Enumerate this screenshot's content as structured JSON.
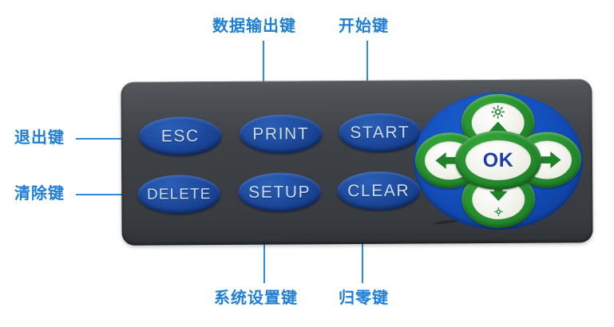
{
  "diagram": {
    "title": "Instrument Keypad Panel Callout Diagram",
    "accent_color": "#2b8ddb",
    "label_color": "#1f7fd4",
    "panel_color": "#3b3e43",
    "key_color": "#1f4da2",
    "key_text_color": "#c8dcf2",
    "nav_pad_color": "#1450bd",
    "nav_button_color": "#2a9430",
    "ok_text_color": "#1b3fa8"
  },
  "keys": {
    "esc": "ESC",
    "print": "PRINT",
    "start": "START",
    "delete": "DELETE",
    "setup": "SETUP",
    "clear": "CLEAR",
    "ok": "OK"
  },
  "nav": {
    "up": "up-arrow",
    "down": "down-arrow",
    "left": "left-arrow",
    "right": "right-arrow",
    "up_extra_icon": "brightness-up-icon",
    "down_extra_icon": "brightness-down-icon"
  },
  "callouts": [
    {
      "id": "esc",
      "text": "退出键",
      "target_key": "ESC",
      "side": "left"
    },
    {
      "id": "delete",
      "text": "清除键",
      "target_key": "DELETE",
      "side": "left"
    },
    {
      "id": "print",
      "text": "数据输出键",
      "target_key": "PRINT",
      "side": "top"
    },
    {
      "id": "start",
      "text": "开始键",
      "target_key": "START",
      "side": "top"
    },
    {
      "id": "setup",
      "text": "系统设置键",
      "target_key": "SETUP",
      "side": "bottom"
    },
    {
      "id": "clear",
      "text": "归零键",
      "target_key": "CLEAR",
      "side": "bottom"
    }
  ]
}
